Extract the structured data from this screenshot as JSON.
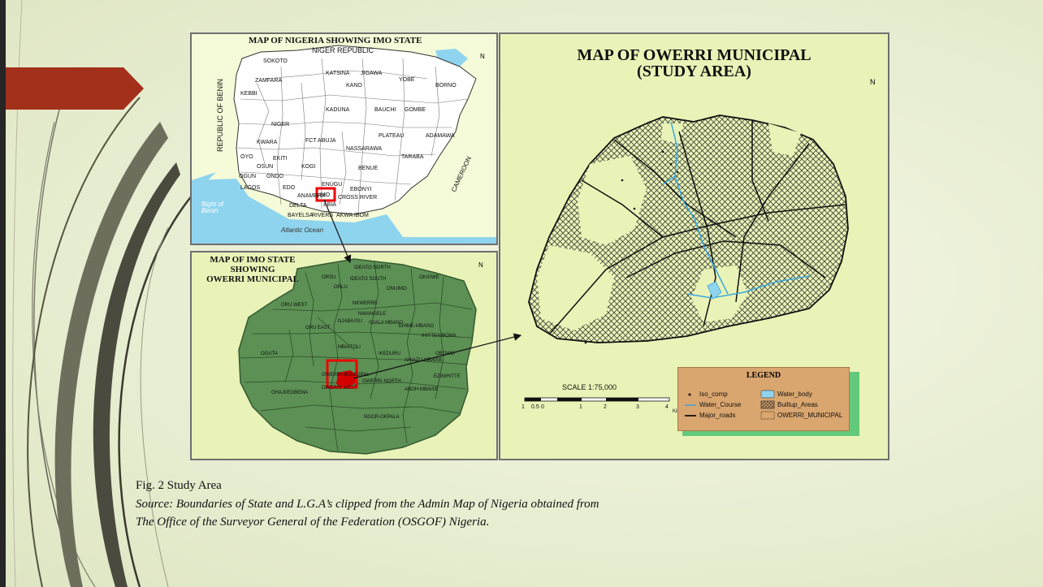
{
  "map1": {
    "title": "MAP OF NIGERIA SHOWING IMO STATE",
    "labels": {
      "niger_republic": "NIGER REPUBLIC",
      "republic_of_benin": "REPUBLIC OF BENIN",
      "cameroon": "CAMEROON",
      "bight": "Bight of Benin",
      "atlantic": "Atlantic Ocean",
      "sokoto": "SOKOTO",
      "zamfara": "ZAMFARA",
      "katsina": "KATSINA",
      "jigawa": "JIGAWA",
      "yobe": "YOBE",
      "borno": "BORNO",
      "kano": "KANO",
      "kebbi": "KEBBI",
      "kaduna": "KADUNA",
      "bauchi": "BAUCHI",
      "gombe": "GOMBE",
      "niger": "NIGER",
      "kwara": "KWARA",
      "fct": "FCT ABUJA",
      "plateau": "PLATEAU",
      "adamawa": "ADAMAWA",
      "nassarawa": "NASSARAWA",
      "taraba": "TARABA",
      "oyo": "OYO",
      "osun": "OSUN",
      "ekiti": "EKITI",
      "kogi": "KOGI",
      "benue": "BENUE",
      "ogun": "OGUN",
      "ondo": "ONDO",
      "lagos": "LAGOS",
      "edo": "EDO",
      "enugu": "ENUGU",
      "ebonyi": "EBONYI",
      "anambra": "ANAMBRA",
      "cross_river": "CROSS RIVER",
      "delta": "DELTA",
      "imo": "IMO",
      "abia": "ABIA",
      "bayelsa": "BAYELSA",
      "rivers": "RIVERS",
      "akwa_ibom": "AKWA IBOM"
    }
  },
  "map2": {
    "title_line1": "MAP OF IMO STATE",
    "title_line2": "SHOWING",
    "title_line3": "OWERRI MUNICIPAL",
    "labels": {
      "ideato_north": "IDEATO NORTH",
      "orsu": "ORSU",
      "ideato_south": "IDEATO SOUTH",
      "okigwe": "OKIGWE",
      "orlu": "ORLU",
      "onuimo": "ONUIMO",
      "oru_west": "ORU WEST",
      "nkwerre": "NKWERRE",
      "nwangele": "NWANGELE",
      "isu": "ISU",
      "nzaba": "NJABA",
      "isiala_mbano": "ISIALA MBANO",
      "oru_east": "ORU EAST",
      "ehime_mbano": "EHIME-MBANO",
      "ihitte_uboma": "IHITTE/UBOMA",
      "oguta": "OGUTA",
      "mbaitoli": "MBAITOLI",
      "ikeduru": "IKEDURU",
      "aboh_mbaise": "AHIAZU-MBAISE",
      "obowo": "OBOWO",
      "owerri_municipal": "OWERRI MUNICIPAL",
      "owerri_north": "OWERRI NORTH",
      "ezinihitte": "EZINIHITTE",
      "owerri_west": "OWERRI WEST",
      "aboh_mbaise2": "ABOH-MBAISE",
      "ohaji": "OHAJI/EGBEMA",
      "ngor_okpala": "NGOR-OKPALA"
    }
  },
  "map3": {
    "title_line1": "MAP OF OWERRI MUNICIPAL",
    "title_line2": "(STUDY AREA)",
    "legend": {
      "title": "LEGEND",
      "items": [
        "Iso_comp",
        "Water_body",
        "Water_Course",
        "Builtup_Areas",
        "Major_roads",
        "OWERRI_MUNICIPAL"
      ]
    },
    "scale": {
      "label": "SCALE 1:75,000",
      "ticks": [
        "1",
        "0.5",
        "0",
        "1",
        "2",
        "3",
        "4"
      ],
      "unit": "Kilometers"
    }
  },
  "north_label": "N",
  "caption": {
    "fig": "Fig. 2 Study Area",
    "source_line1": "Source: Boundaries of State and L.G.A’s clipped from the Admin Map of Nigeria obtained from",
    "source_line2": "The Office of the Surveyor General of the Federation (OSGOF) Nigeria."
  },
  "colors": {
    "accent": "#a3301a",
    "imo_green": "#5c9055",
    "study_red": "#d40000",
    "map_bg": "#e9f3b7",
    "water": "#8fd4ee"
  }
}
